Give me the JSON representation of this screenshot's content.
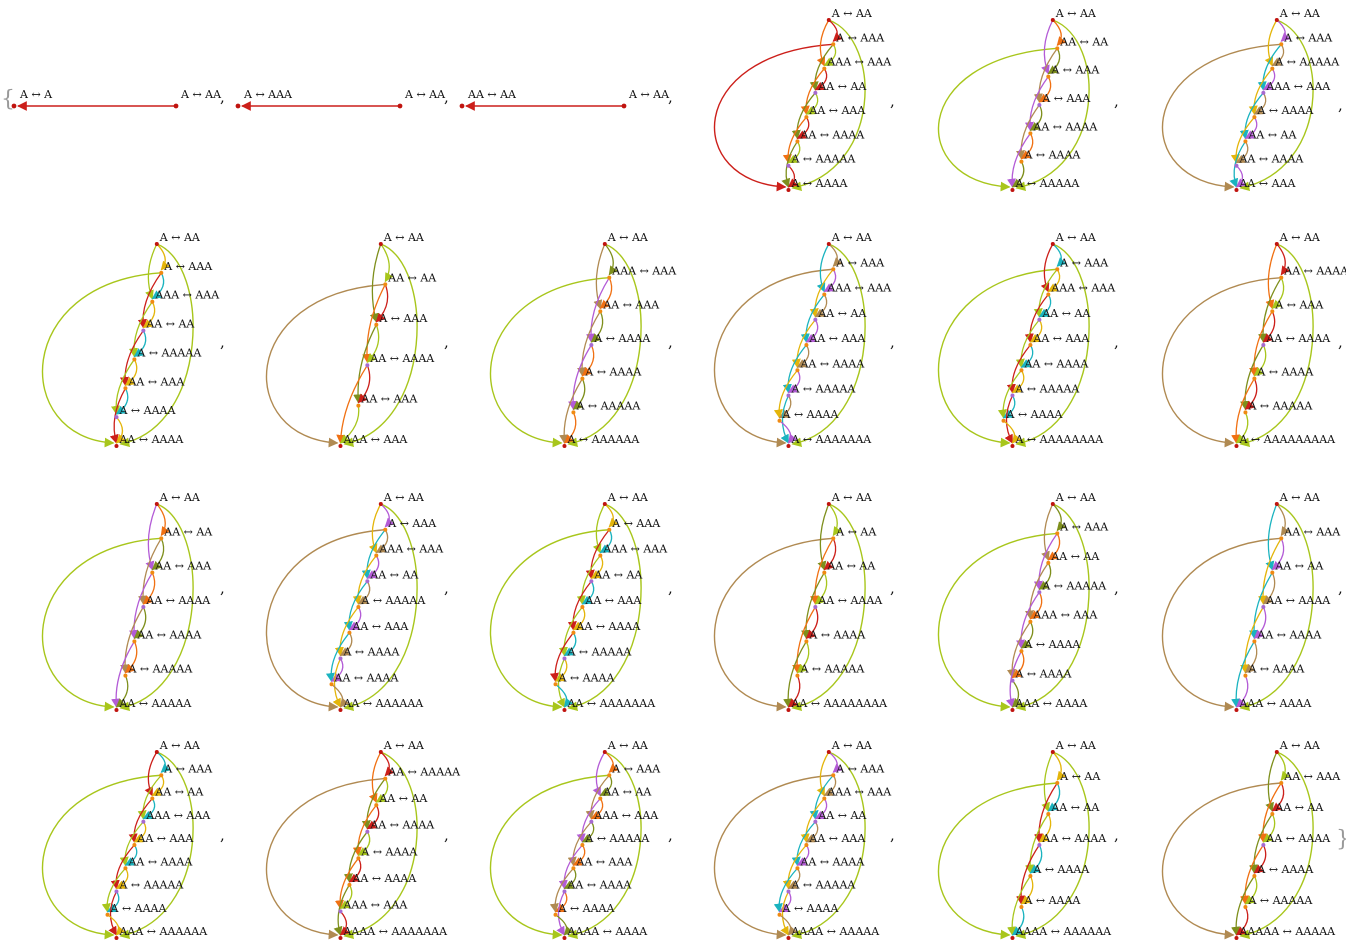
{
  "colors": {
    "red": "#cc1f1a",
    "lime": "#a8c61c",
    "olive": "#7e8f1c",
    "tan": "#b08a52",
    "teal": "#1ab3bf",
    "orange": "#f07012",
    "purple": "#b35bd6",
    "gold": "#e4b50a",
    "dot_red": "#c0140f",
    "dot_orange": "#f08a12",
    "dot_purple": "#a66ad0"
  },
  "open_brace": "{",
  "close_brace": "}",
  "separator": ",",
  "graphs": [
    {
      "row": 0,
      "col": 0,
      "kind": "line",
      "labels": [
        "A ↔ A",
        "A ↔ AA"
      ]
    },
    {
      "row": 0,
      "col": 1,
      "kind": "line",
      "labels": [
        "A ↔ AAA",
        "A ↔ AA"
      ]
    },
    {
      "row": 0,
      "col": 2,
      "kind": "line",
      "labels": [
        "AA ↔ AA",
        "A ↔ AA"
      ]
    },
    {
      "row": 0,
      "col": 3,
      "kind": "graph",
      "labels": [
        "A ↔ AA",
        "A ↔ AAA",
        "AAA ↔ AAA",
        "AA ↔ AA",
        "AA ↔ AAA",
        "AA ↔ AAAA",
        "A ↔ AAAAA",
        "A ↔ AAAA"
      ]
    },
    {
      "row": 0,
      "col": 4,
      "kind": "graph",
      "labels": [
        "A ↔ AA",
        "AA ↔ AA",
        "A ↔ AAA",
        "A ↔ AAA",
        "AA ↔ AAAA",
        "A ↔ AAAA",
        "A ↔ AAAAA"
      ]
    },
    {
      "row": 0,
      "col": 5,
      "kind": "graph",
      "labels": [
        "A ↔ AA",
        "A ↔ AAA",
        "A ↔ AAAAA",
        "AAA ↔ AAA",
        "A ↔ AAAA",
        "AA ↔ AA",
        "AA ↔ AAAA",
        "AA ↔ AAA"
      ]
    },
    {
      "row": 1,
      "col": 0,
      "kind": "graph",
      "labels": [
        "A ↔ AA",
        "A ↔ AAA",
        "AAA ↔ AAA",
        "AA ↔ AA",
        "A ↔ AAAAA",
        "AA ↔ AAA",
        "A ↔ AAAA",
        "AA ↔ AAAA"
      ]
    },
    {
      "row": 1,
      "col": 1,
      "kind": "graph",
      "labels": [
        "A ↔ AA",
        "AA ↔ AA",
        "A ↔ AAA",
        "AA ↔ AAAA",
        "AA ↔ AAA",
        "AAA ↔ AAA"
      ]
    },
    {
      "row": 1,
      "col": 2,
      "kind": "graph",
      "labels": [
        "A ↔ AA",
        "AAA ↔ AAA",
        "AA ↔ AAA",
        "A ↔ AAAA",
        "A ↔ AAAA",
        "A ↔ AAAAA",
        "A ↔ AAAAAA"
      ]
    },
    {
      "row": 1,
      "col": 3,
      "kind": "graph",
      "labels": [
        "A ↔ AA",
        "A ↔ AAA",
        "AAA ↔ AAA",
        "AA ↔ AA",
        "AA ↔ AAA",
        "AA ↔ AAAA",
        "A ↔ AAAAA",
        "A ↔ AAAA",
        "A ↔ AAAAAAA"
      ]
    },
    {
      "row": 1,
      "col": 4,
      "kind": "graph",
      "labels": [
        "A ↔ AA",
        "A ↔ AAA",
        "AAA ↔ AAA",
        "AA ↔ AA",
        "AA ↔ AAA",
        "AA ↔ AAAA",
        "A ↔ AAAAA",
        "A ↔ AAAA",
        "A ↔ AAAAAAAA"
      ]
    },
    {
      "row": 1,
      "col": 5,
      "kind": "graph",
      "labels": [
        "A ↔ AA",
        "AA ↔ AAAAA",
        "A ↔ AAA",
        "AA ↔ AAAA",
        "A ↔ AAAA",
        "A ↔ AAAAA",
        "A ↔ AAAAAAAAA"
      ]
    },
    {
      "row": 2,
      "col": 0,
      "kind": "graph",
      "labels": [
        "A ↔ AA",
        "AA ↔ AA",
        "AA ↔ AAA",
        "AA ↔ AAAA",
        "AA ↔ AAAA",
        "A ↔ AAAAA",
        "AA ↔ AAAAA"
      ]
    },
    {
      "row": 2,
      "col": 1,
      "kind": "graph",
      "labels": [
        "A ↔ AA",
        "A ↔ AAA",
        "AAA ↔ AAA",
        "AA ↔ AA",
        "A ↔ AAAAA",
        "AA ↔ AAA",
        "A ↔ AAAA",
        "AA ↔ AAAA",
        "AA ↔ AAAAAA"
      ]
    },
    {
      "row": 2,
      "col": 2,
      "kind": "graph",
      "labels": [
        "A ↔ AA",
        "A ↔ AAA",
        "AAA ↔ AAA",
        "AA ↔ AA",
        "AA ↔ AAA",
        "AA ↔ AAAA",
        "A ↔ AAAAA",
        "A ↔ AAAA",
        "AA ↔ AAAAAAA"
      ]
    },
    {
      "row": 2,
      "col": 3,
      "kind": "graph",
      "labels": [
        "A ↔ AA",
        "A ↔ AA",
        "AA ↔ AA",
        "AA ↔ AAAA",
        "A ↔ AAAA",
        "A ↔ AAAAA",
        "AA ↔ AAAAAAAA"
      ]
    },
    {
      "row": 2,
      "col": 4,
      "kind": "graph",
      "labels": [
        "A ↔ AA",
        "A ↔ AAA",
        "AA ↔ AA",
        "A ↔ AAAAA",
        "AAA ↔ AAA",
        "A ↔ AAAA",
        "A ↔ AAAA",
        "AAA ↔ AAAA"
      ]
    },
    {
      "row": 2,
      "col": 5,
      "kind": "graph",
      "labels": [
        "A ↔ AA",
        "AA ↔ AAA",
        "AA ↔ AA",
        "AA ↔ AAAA",
        "AA ↔ AAAA",
        "A ↔ AAAA",
        "AAA ↔ AAAA"
      ]
    },
    {
      "row": 3,
      "col": 0,
      "kind": "graph",
      "labels": [
        "A ↔ AA",
        "A ↔ AAA",
        "AA ↔ AA",
        "AAA ↔ AAA",
        "AA ↔ AAA",
        "AA ↔ AAAA",
        "A ↔ AAAAA",
        "A ↔ AAAA",
        "AAA ↔ AAAAAA"
      ]
    },
    {
      "row": 3,
      "col": 1,
      "kind": "graph",
      "labels": [
        "A ↔ AA",
        "AA ↔ AAAAA",
        "AA ↔ AA",
        "AA ↔ AAAA",
        "A ↔ AAAA",
        "AA ↔ AAAA",
        "AAA ↔ AAA",
        "AAAA ↔ AAAAAAA"
      ]
    },
    {
      "row": 3,
      "col": 2,
      "kind": "graph",
      "labels": [
        "A ↔ AA",
        "A ↔ AAA",
        "AA ↔ AA",
        "AAA ↔ AAA",
        "A ↔ AAAAA",
        "AA ↔ AAA",
        "AA ↔ AAAA",
        "A ↔ AAAA",
        "AAAA ↔ AAAA"
      ]
    },
    {
      "row": 3,
      "col": 3,
      "kind": "graph",
      "labels": [
        "A ↔ AA",
        "A ↔ AAA",
        "AAA ↔ AAA",
        "AA ↔ AA",
        "AA ↔ AAA",
        "AA ↔ AAAA",
        "A ↔ AAAAA",
        "A ↔ AAAA",
        "AAAA ↔ AAAAA"
      ]
    },
    {
      "row": 3,
      "col": 4,
      "kind": "graph",
      "labels": [
        "A ↔ AA",
        "A ↔ AA",
        "AA ↔ AA",
        "AA ↔ AAAA",
        "A ↔ AAAA",
        "A ↔ AAAA",
        "AAAA ↔ AAAAAA"
      ]
    },
    {
      "row": 3,
      "col": 5,
      "kind": "graph",
      "labels": [
        "A ↔ AA",
        "AA ↔ AAA",
        "AA ↔ AA",
        "AA ↔ AAAA",
        "A ↔ AAAA",
        "A ↔ AAAAA",
        "AAAAA ↔ AAAAA"
      ]
    }
  ]
}
